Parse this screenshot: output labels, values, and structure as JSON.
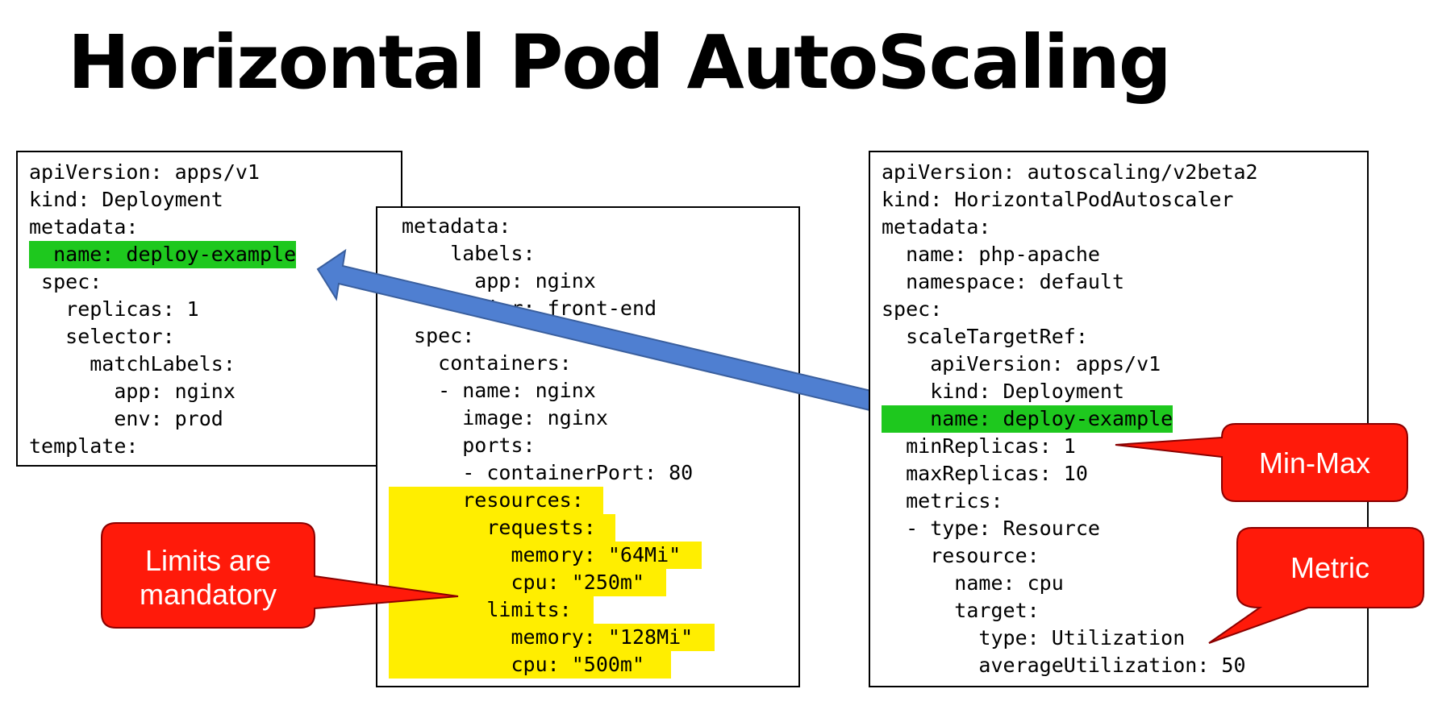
{
  "title": "Horizontal Pod AutoScaling",
  "colors": {
    "highlight_green": "#1ec81e",
    "highlight_yellow": "#ffee00",
    "arrow_blue": "#4f7fd1",
    "callout_red": "#ff1a0a"
  },
  "deployment_yaml": {
    "lines": [
      "apiVersion: apps/v1",
      "kind: Deployment",
      "metadata:",
      "  name: deploy-example",
      " spec:",
      "   replicas: 1",
      "   selector:",
      "     matchLabels:",
      "       app: nginx",
      "       env: prod",
      "template:"
    ],
    "highlighted_line": 3
  },
  "template_yaml": {
    "lines": [
      "metadata:",
      "    labels:",
      "      app: nginx",
      "      tier: front-end",
      " spec:",
      "   containers:",
      "   - name: nginx",
      "     image: nginx",
      "     ports:",
      "     - containerPort: 80",
      "     resources:",
      "       requests:",
      "         memory: \"64Mi\"",
      "         cpu: \"250m\"",
      "       limits:",
      "         memory: \"128Mi\"",
      "         cpu: \"500m\""
    ],
    "highlighted_from": 10
  },
  "hpa_yaml": {
    "lines": [
      "apiVersion: autoscaling/v2beta2",
      "kind: HorizontalPodAutoscaler",
      "metadata:",
      "  name: php-apache",
      "  namespace: default",
      "spec:",
      "  scaleTargetRef:",
      "    apiVersion: apps/v1",
      "    kind: Deployment",
      "    name: deploy-example",
      "  minReplicas: 1",
      "  maxReplicas: 10",
      "  metrics:",
      "  - type: Resource",
      "    resource:",
      "      name: cpu",
      "      target:",
      "        type: Utilization",
      "        averageUtilization: 50"
    ],
    "highlighted_line": 9
  },
  "callouts": {
    "limits": [
      "Limits are",
      "mandatory"
    ],
    "minmax": "Min-Max",
    "metric": "Metric"
  }
}
